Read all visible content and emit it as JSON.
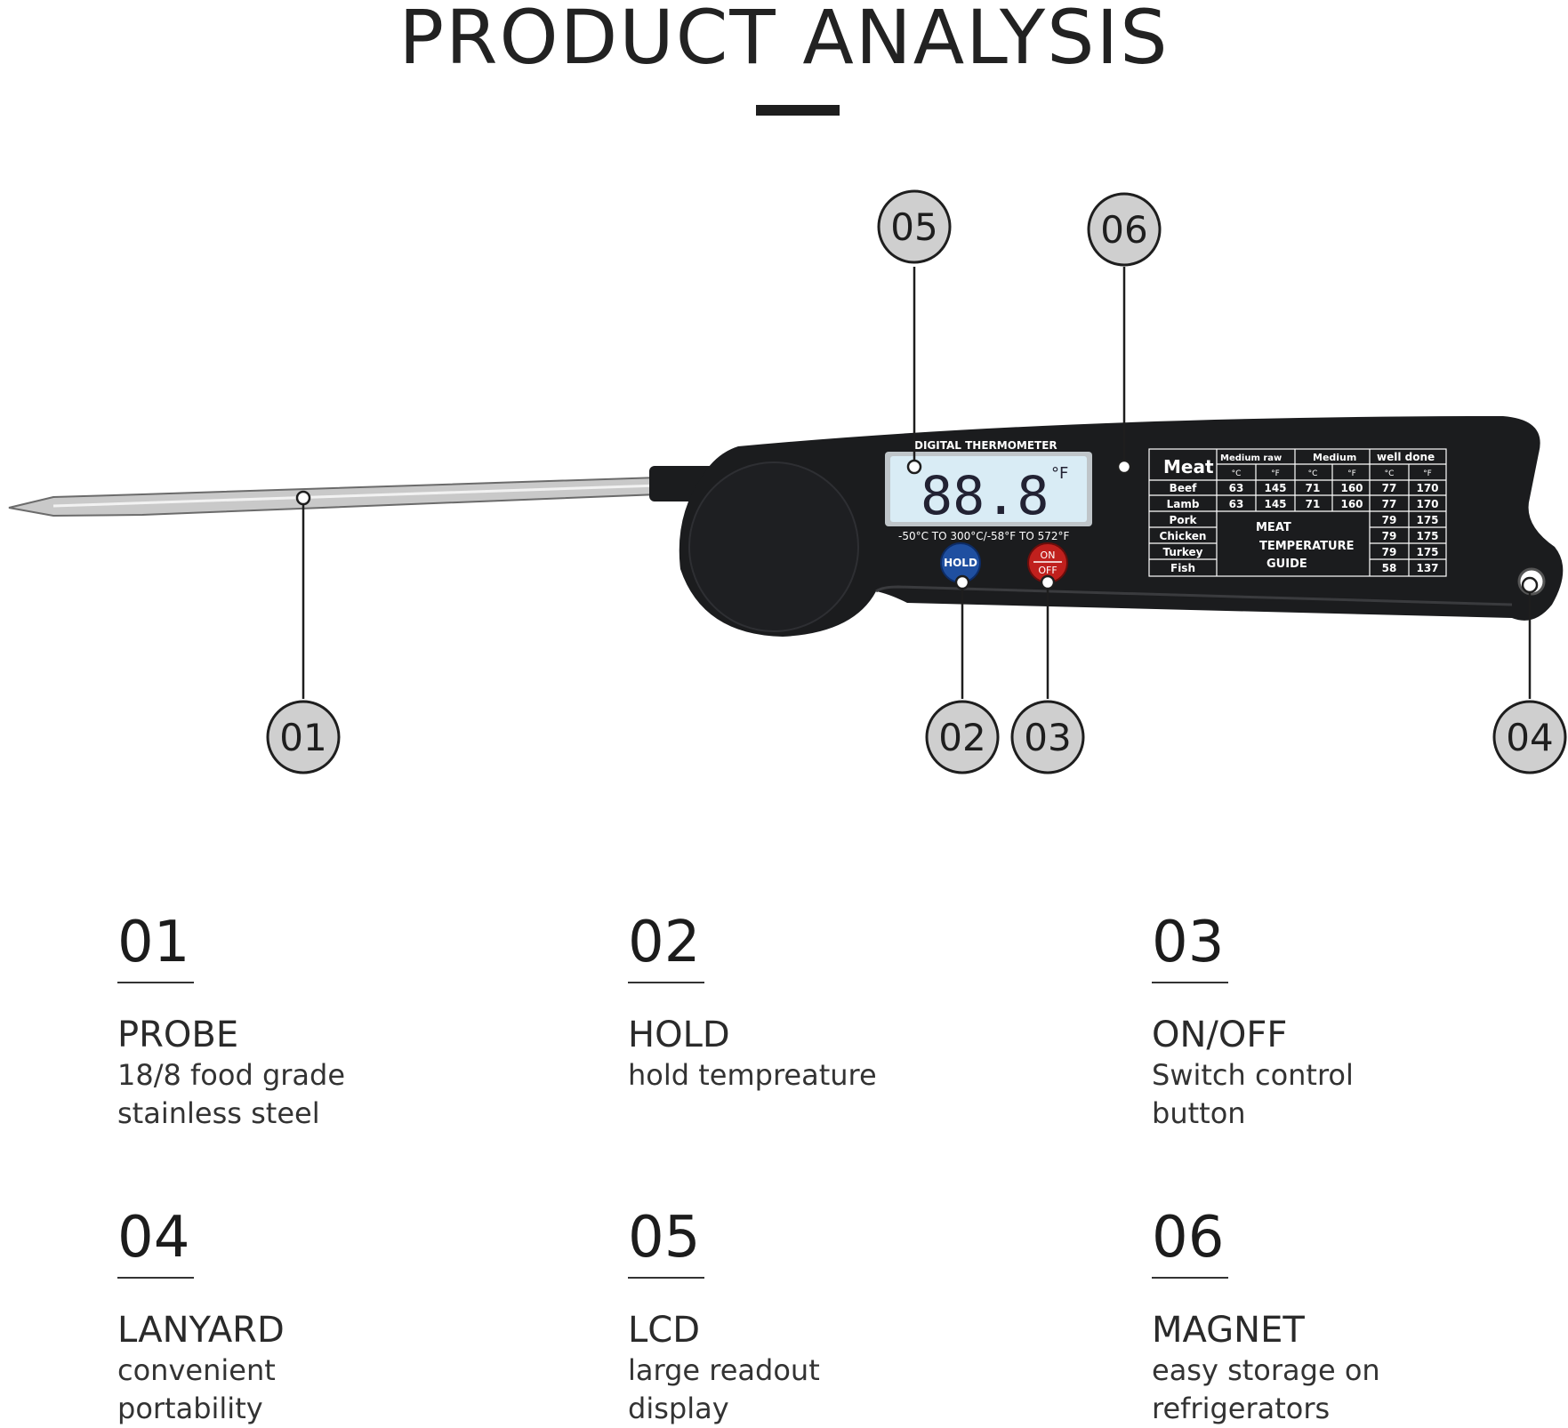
{
  "header": {
    "title": "PRODUCT ANALYSIS"
  },
  "device": {
    "screen_header": "DIGITAL THERMOMETER",
    "lcd_value": "88.8",
    "lcd_unit": "°F",
    "range_text": "-50°C TO 300°C/-58°F TO 572°F",
    "hold_label": "HOLD",
    "on_label": "ON",
    "off_label": "OFF",
    "guide": {
      "meat_label": "Meat",
      "columns": [
        "Medium raw",
        "Medium",
        "well done"
      ],
      "units": [
        "°C",
        "°F",
        "°C",
        "°F",
        "°C",
        "°F"
      ],
      "rows": [
        {
          "name": "Beef",
          "values": [
            "63",
            "145",
            "71",
            "160",
            "77",
            "170"
          ]
        },
        {
          "name": "Lamb",
          "values": [
            "63",
            "145",
            "71",
            "160",
            "77",
            "170"
          ]
        },
        {
          "name": "Pork",
          "values": [
            "79",
            "175"
          ]
        },
        {
          "name": "Chicken",
          "values": [
            "79",
            "175"
          ]
        },
        {
          "name": "Turkey",
          "values": [
            "79",
            "175"
          ]
        },
        {
          "name": "Fish",
          "values": [
            "58",
            "137"
          ]
        }
      ],
      "caption_lines": [
        "MEAT",
        "TEMPERATURE",
        "GUIDE"
      ]
    }
  },
  "callouts": [
    "05",
    "06",
    "01",
    "02",
    "03",
    "04"
  ],
  "features": [
    {
      "number": "01",
      "name": "PROBE",
      "desc": "18/8 food grade stainless steel"
    },
    {
      "number": "02",
      "name": "HOLD",
      "desc": "hold tempreature"
    },
    {
      "number": "03",
      "name": "ON/OFF",
      "desc": "Switch control button"
    },
    {
      "number": "04",
      "name": "LANYARD",
      "desc": "convenient portability"
    },
    {
      "number": "05",
      "name": "LCD",
      "desc": "large readout display"
    },
    {
      "number": "06",
      "name": "MAGNET",
      "desc": "easy storage on refrigerators"
    }
  ],
  "colors": {
    "body": "#1b1c1e",
    "lcd": "#d9ecf5",
    "hold_button": "#1f4fa0",
    "onoff_button": "#c0201d",
    "callout_fill": "#cfcfcf"
  }
}
